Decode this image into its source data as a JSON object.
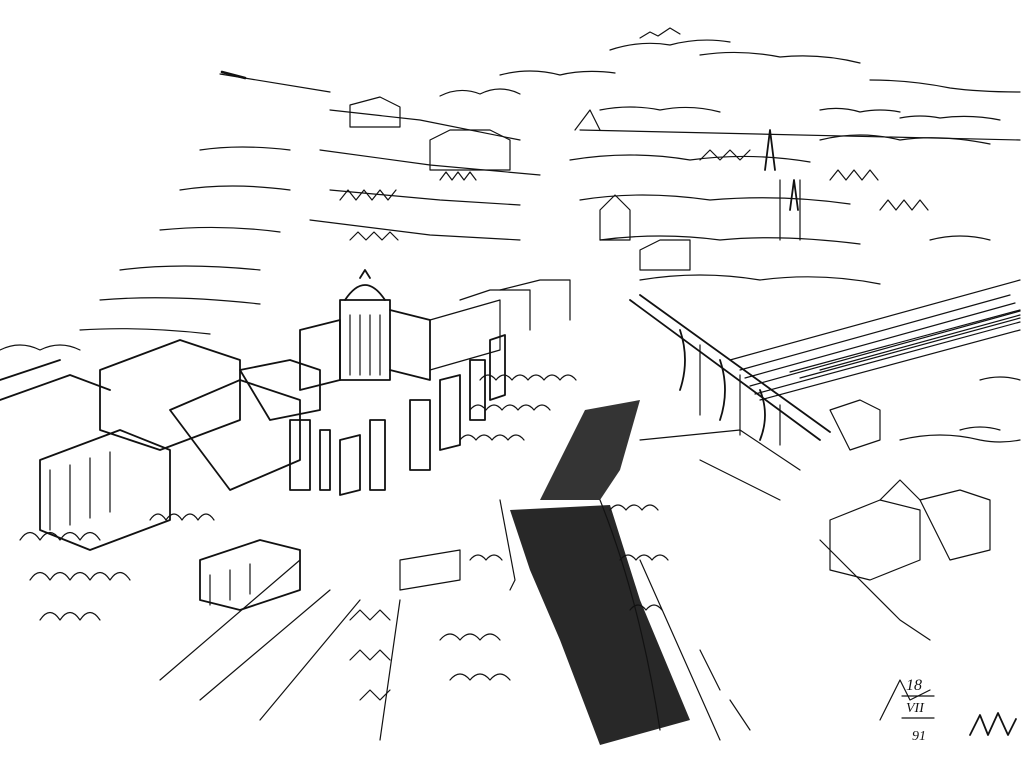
{
  "artwork": {
    "ink_color": "#111111",
    "paper_color": "#ffffff"
  },
  "signature": {
    "date_day": "18",
    "date_month": "VII",
    "date_year": "91"
  }
}
